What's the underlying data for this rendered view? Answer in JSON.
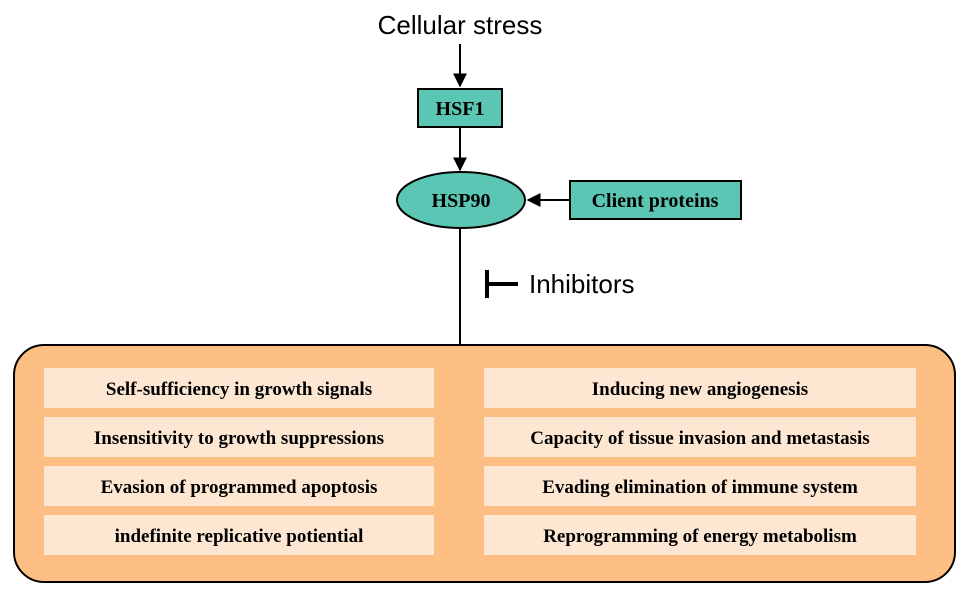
{
  "nodes": {
    "stress": "Cellular stress",
    "hsf1": "HSF1",
    "hsp90": "HSP90",
    "clients": "Client proteins",
    "inhibitors": "Inhibitors"
  },
  "hallmarks_left": [
    "Self-sufficiency in growth signals",
    "Insensitivity to growth suppressions",
    "Evasion of programmed apoptosis",
    "indefinite replicative potiential"
  ],
  "hallmarks_right": [
    "Inducing new angiogenesis",
    "Capacity of tissue invasion and metastasis",
    "Evading elimination of immune system",
    "Reprogramming  of energy metabolism"
  ],
  "colors": {
    "teal": "#5cc6b4",
    "panel": "#fcbe82",
    "item": "#fde6d2",
    "line": "#000000"
  }
}
